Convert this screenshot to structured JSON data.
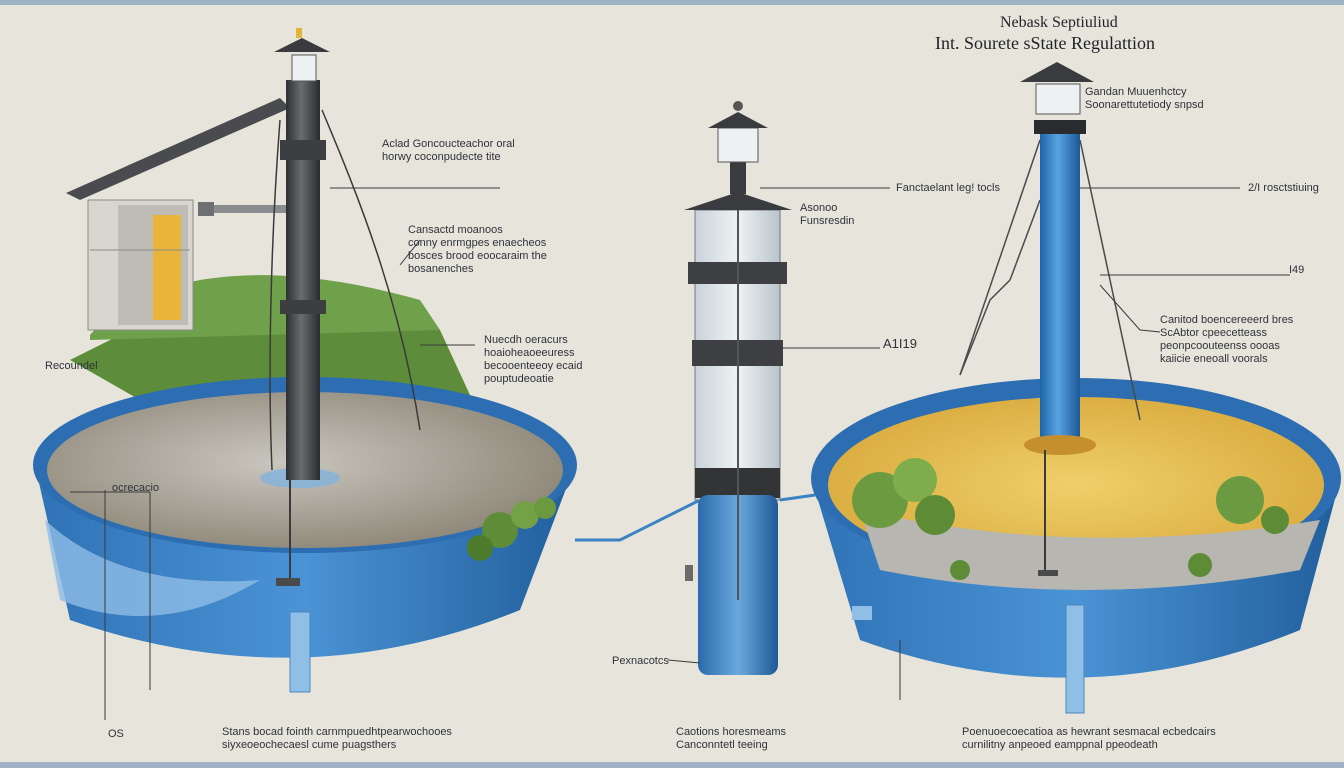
{
  "title": {
    "line1": "Nebask Septiuliud",
    "line2": "Int. Sourete sState Regulattion"
  },
  "labels": {
    "left_top": "Aclad Goncoucteachor oral\nhorwy coconpudecte tite",
    "left_mid": "Cansactd moanoos\nconny enrmgpes enaecheos\nbosces brood eoocaraim the\nbosanenches",
    "left_side": "Recoundel",
    "left_right": "Nuecdh oeracurs\nhoaioheaoeeuress\nbecooenteeoy ecaid\npouptudeoatie",
    "left_inner": "ocrecacio",
    "left_bottom_num": "OS",
    "left_bottom": "Stans bocad fointh carnmpuedhtpearwochooes\nsiyxeoeochecaesl cume puagsthers",
    "center_top": "Fanctaelant leg! tocls",
    "center_side": "Asonoo\nFunsresdin",
    "center_ratio": "A1I19",
    "center_small": "Pexnacotcs",
    "center_bottom": "Caotions horesmeams\nCanconntetl teeing",
    "right_top": "Gandan Muuenhctcy\nSoonarettutetiody snpsd",
    "right_top2": "2/I rosctstiuing",
    "right_num": "I49",
    "right_mid": "Canitod boencereeerd bres\nScAbtor cpeecetteass\npeonpcoouteenss oooas\nkaiicie eneoall voorals",
    "right_bottom": "Poenuoecoecatioa as hewrant sesmacal ecbedcairs\ncurnilitny anpeoed eamppnal ppeodeath"
  },
  "colors": {
    "background": "#e7e4dc",
    "water_blue": "#3c83c6",
    "dark_blue": "#1e5e9e",
    "pipe_gray": "#4a4b4e",
    "sand": "#e2b84a",
    "grass": "#5d8d3a"
  },
  "icons": [
    "well-pipe-icon",
    "water-tank-icon",
    "filter-column-icon",
    "vent-cap-icon",
    "house-icon",
    "shrub-icon"
  ]
}
